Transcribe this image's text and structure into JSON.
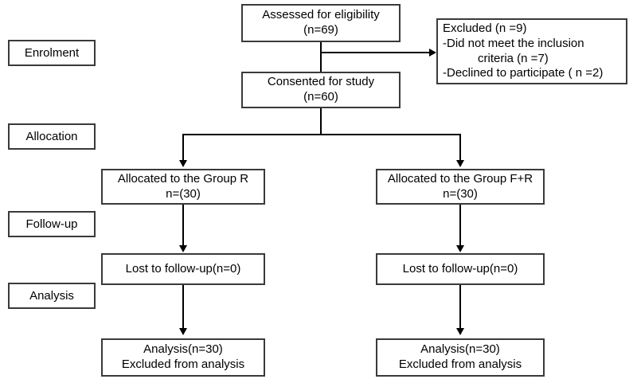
{
  "diagram": {
    "type": "consort-flow-diagram",
    "stage_labels": [
      {
        "id": "enrolment",
        "label": "Enrolment"
      },
      {
        "id": "allocation",
        "label": "Allocation"
      },
      {
        "id": "followup",
        "label": "Follow-up"
      },
      {
        "id": "analysis",
        "label": "Analysis"
      }
    ],
    "enrolment": {
      "assessed": {
        "line1": "Assessed for eligibility",
        "line2": "(n=69)"
      },
      "excluded": {
        "line1": "Excluded (n =9)",
        "line2": "-Did not meet the inclusion",
        "line3": "criteria (n =7)",
        "line4": "-Declined to participate ( n =2)"
      },
      "consented": {
        "line1": "Consented for study",
        "line2": "(n=60)"
      }
    },
    "arms": [
      {
        "id": "group-r",
        "allocation": {
          "line1": "Allocated to the Group R",
          "line2": "n=(30)"
        },
        "followup": {
          "line1": "Lost to follow-up(n=0)"
        },
        "analysis": {
          "line1": "Analysis(n=30)",
          "line2": "Excluded from analysis"
        }
      },
      {
        "id": "group-f-plus-r",
        "allocation": {
          "line1": "Allocated to the Group F+R",
          "line2": "n=(30)"
        },
        "followup": {
          "line1": "Lost to follow-up(n=0)"
        },
        "analysis": {
          "line1": "Analysis(n=30)",
          "line2": "Excluded from analysis"
        }
      }
    ],
    "colors": {
      "box_border": "#3a3a3a",
      "connector": "#000000",
      "background": "#ffffff",
      "text": "#000000"
    }
  }
}
